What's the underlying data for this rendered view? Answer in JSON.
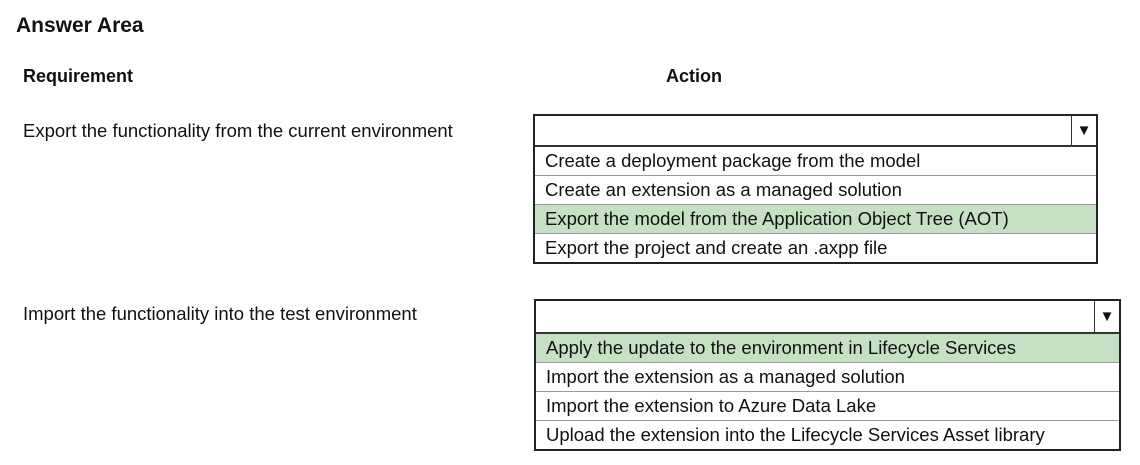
{
  "title": "Answer Area",
  "headers": {
    "requirement": "Requirement",
    "action": "Action"
  },
  "highlight_color": "#c6e0c4",
  "rows": [
    {
      "requirement": "Export the functionality from the current environment",
      "dropdown_icon": "triangle-down-icon",
      "arrow": "▼",
      "options": [
        "Create a deployment package from the model",
        "Create an extension as a managed solution",
        "Export the model from the Application Object Tree (AOT)",
        "Export the project and create an .axpp file"
      ],
      "selected_index": 2
    },
    {
      "requirement": "Import the functionality into the test environment",
      "dropdown_icon": "triangle-down-icon",
      "arrow": "▼",
      "options": [
        "Apply the update to the environment in Lifecycle Services",
        "Import the extension as a managed solution",
        "Import the extension to Azure Data Lake",
        "Upload the extension into the Lifecycle Services Asset library"
      ],
      "selected_index": 0
    }
  ]
}
